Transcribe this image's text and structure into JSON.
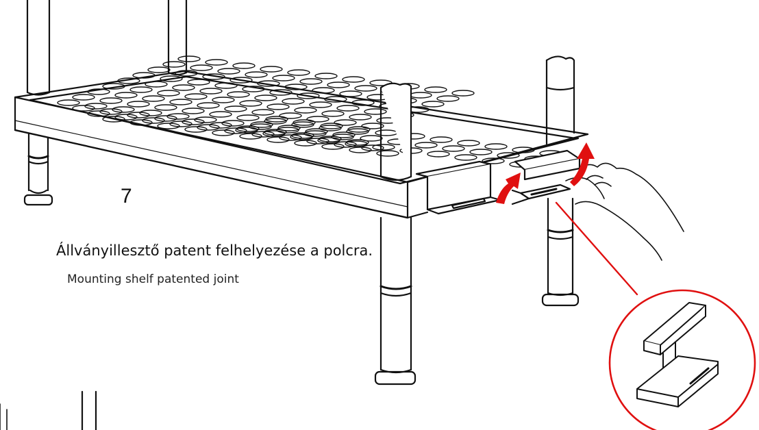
{
  "step_number": "7",
  "caption_hu": "Állványillesztő patent felhelyezése a polcra.",
  "caption_en": "Mounting shelf patented joint",
  "colors": {
    "line": "#111111",
    "accent": "#e01010",
    "background": "#ffffff"
  }
}
